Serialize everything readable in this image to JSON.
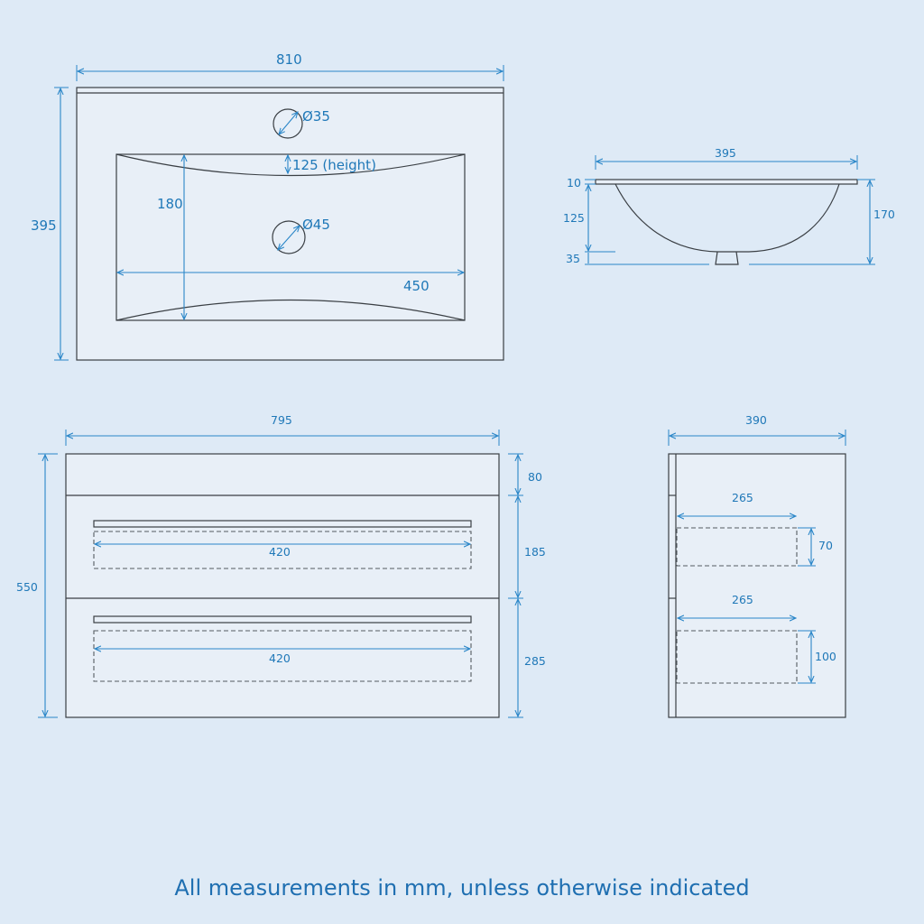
{
  "basin_top": {
    "width": "810",
    "depth": "395",
    "tap_hole": "Ø35",
    "waste_hole": "Ø45",
    "bowl_depth": "125 (height)",
    "bowl_front_back": "180",
    "bowl_width": "450"
  },
  "basin_side": {
    "width": "395",
    "rim": "10",
    "bowl": "125",
    "waste": "35",
    "total_height": "170"
  },
  "cabinet_front": {
    "width": "795",
    "height": "550",
    "top_panel": "80",
    "drawer1_height": "185",
    "drawer2_height": "285",
    "drawer1_inner_width": "420",
    "drawer2_inner_width": "420"
  },
  "cabinet_side": {
    "depth": "390",
    "drawer1_inner_depth": "265",
    "drawer1_inner_height": "70",
    "drawer2_inner_depth": "265",
    "drawer2_inner_height": "100"
  },
  "footer": "All measurements in mm, unless otherwise indicated"
}
